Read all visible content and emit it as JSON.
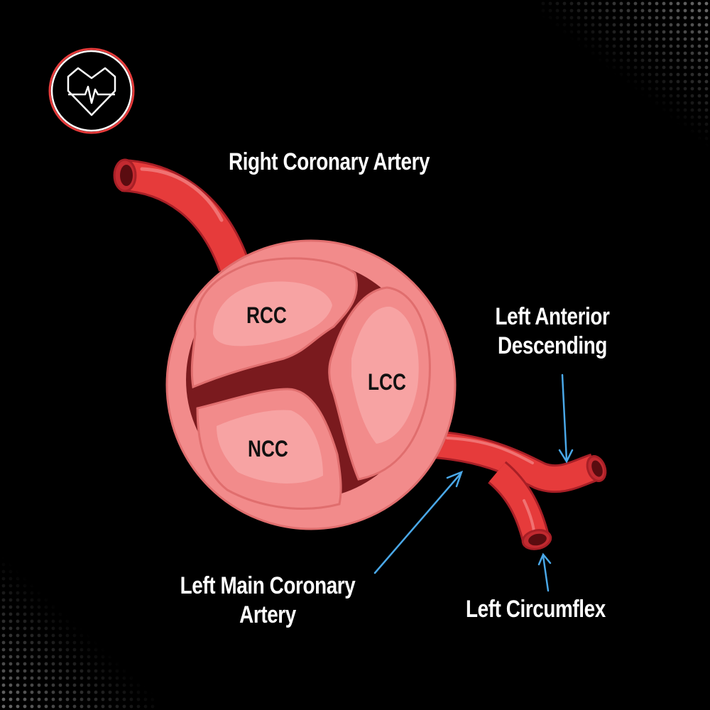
{
  "logo": {
    "icon": "heart-pulse-icon",
    "ring_color": "#e63b3b"
  },
  "labels": {
    "rca": "Right Coronary Artery",
    "lad_line1": "Left Anterior",
    "lad_line2": "Descending",
    "lmca_line1": "Left Main Coronary",
    "lmca_line2": "Artery",
    "lcx": "Left Circumflex"
  },
  "cusps": {
    "rcc": "RCC",
    "lcc": "LCC",
    "ncc": "NCC"
  },
  "colors": {
    "background": "#000000",
    "artery": "#e63b3b",
    "valve_outer": "#f28b8b",
    "valve_cusp": "#f7a3a3",
    "commissure": "#7a1a1e",
    "arrow": "#4aa8e8",
    "text": "#ffffff"
  }
}
